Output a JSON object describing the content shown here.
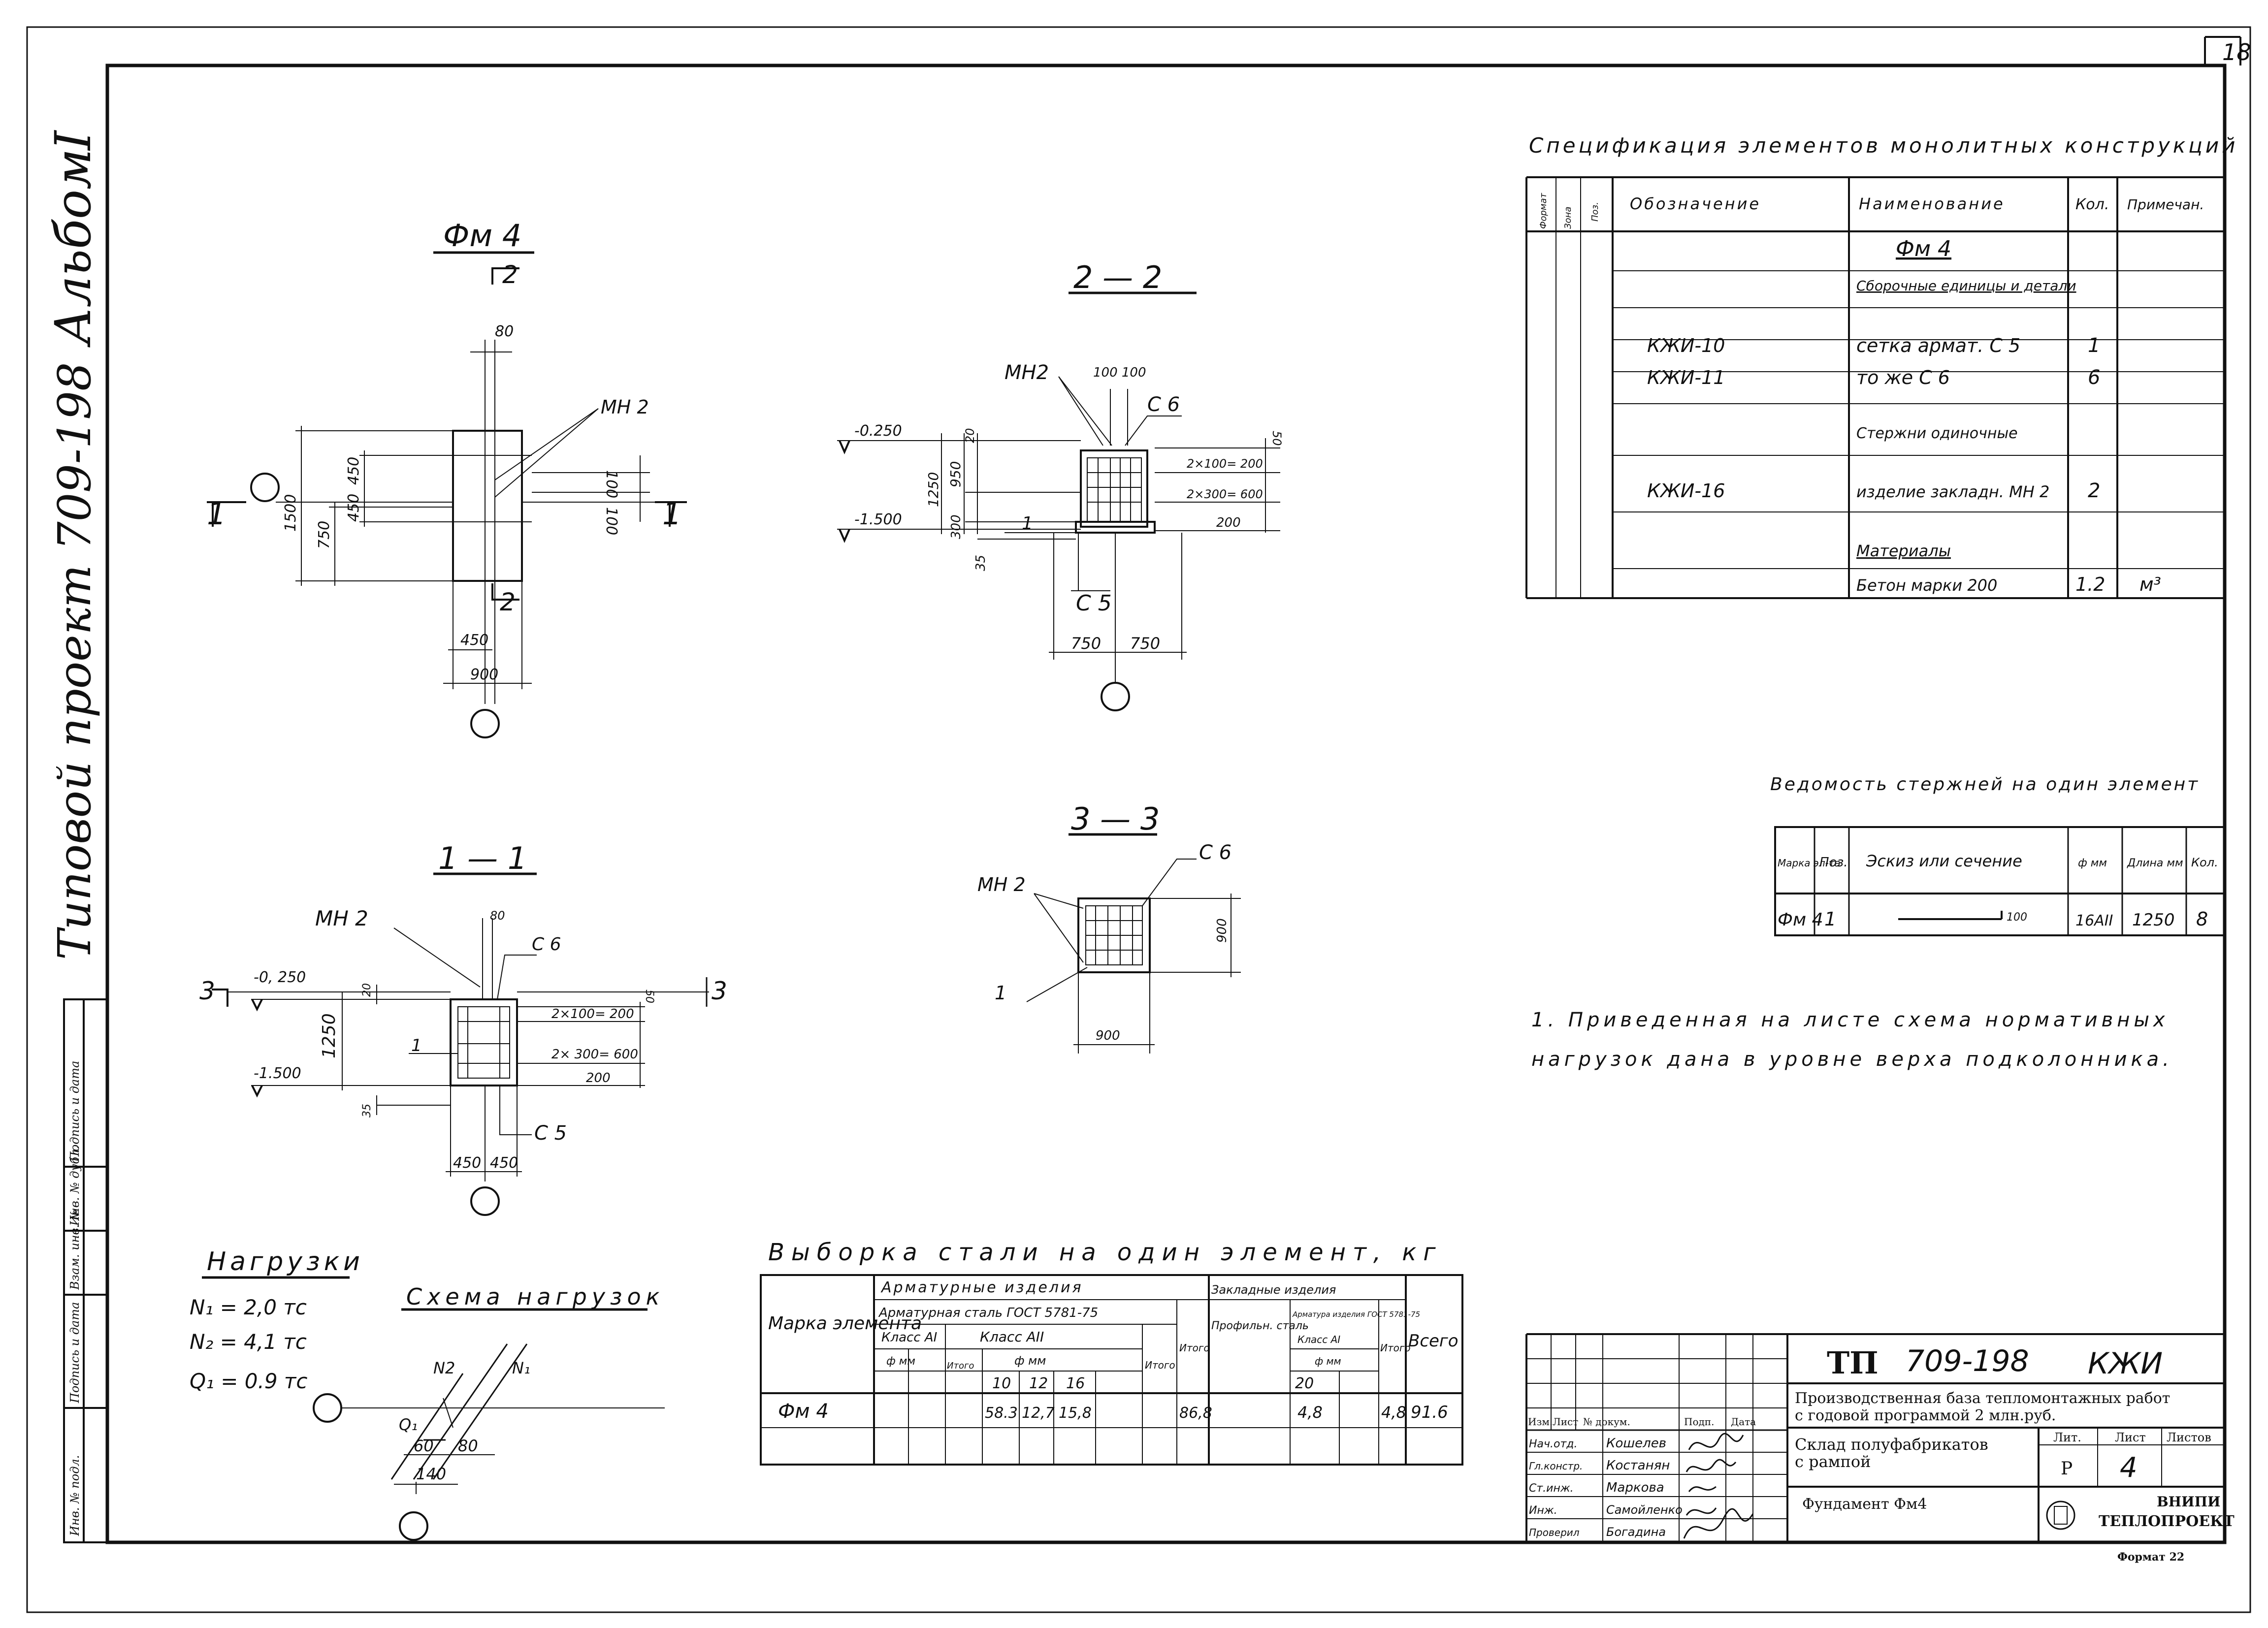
{
  "page_number": "18",
  "album": {
    "title": "Альбом",
    "number": "I",
    "project_line": "Типовой проект 709-198"
  },
  "side_table": {
    "labels": [
      "Инв. № подл.",
      "Подпись и дата",
      "Взам. инв. №",
      "Инв. № дубл.",
      "Подпись и дата"
    ]
  },
  "views": {
    "plan": {
      "title": "Фм 4",
      "section_2": "2",
      "section_1": "1",
      "dim_top": "80",
      "dim_height": "1500",
      "dim_half": "750",
      "dim_450_v": "450",
      "dim_100_a": "100",
      "dim_100_b": "100",
      "dim_450": "450",
      "dim_900": "900",
      "label_mn2": "МН 2"
    },
    "section_22": {
      "title": "2 — 2",
      "label_mn2": "МН2",
      "label_c6": "С 6",
      "label_c5": "С 5",
      "mark_1": "1",
      "dim_100_100": "100 100",
      "lvl_top": "-0.250",
      "lvl_bot": "-1.500",
      "dim_1250": "1250",
      "dim_950": "950",
      "dim_300": "300",
      "dim_35": "35",
      "dim_20": "20",
      "dim_50": "50",
      "dim_2x100": "2×100= 200",
      "dim_2x300": "2×300= 600",
      "dim_200": "200",
      "dim_750_l": "750",
      "dim_750_r": "750"
    },
    "section_33": {
      "title": "3 — 3",
      "label_mn2": "МН 2",
      "label_c6": "С 6",
      "mark_1": "1",
      "dim_900_v": "900",
      "dim_900_h": "900"
    },
    "section_11": {
      "title": "1 — 1",
      "section_mark": "3",
      "label_mn2": "МН 2",
      "label_c6": "С 6",
      "label_c5": "С 5",
      "mark_1": "1",
      "dim_80": "80",
      "lvl_top": "-0, 250",
      "lvl_bot": "-1.500",
      "dim_1250": "1250",
      "dim_20": "20",
      "dim_50": "50",
      "dim_35": "35",
      "dim_2x100": "2×100= 200",
      "dim_2x300": "2× 300= 600",
      "dim_200": "200",
      "dim_450_l": "450",
      "dim_450_r": "450"
    }
  },
  "loads": {
    "title": "Нагрузки",
    "n1": "N₁  =  2,0 тс",
    "n2": "N₂  =  4,1 тс",
    "q1": "Q₁ =  0.9 тс",
    "scheme_title": "Схема нагрузок",
    "lbl_n2": "N2",
    "lbl_n1": "N₁",
    "lbl_q1": "Q₁",
    "dim_60": "60",
    "dim_80": "80",
    "dim_140": "140"
  },
  "spec": {
    "title": "Спецификация элементов монолитных конструкций",
    "headers": [
      "Формат",
      "Зона",
      "Поз.",
      "Обозначение",
      "Наименование",
      "Кол.",
      "Примечан."
    ],
    "rows": [
      {
        "code": "",
        "name": "Фм 4",
        "qty": "",
        "note": ""
      },
      {
        "code": "",
        "name": "Сборочные единицы и детали",
        "qty": "",
        "note": ""
      },
      {
        "code": "КЖИ-10",
        "name": "сетка армат.  С 5",
        "qty": "1",
        "note": ""
      },
      {
        "code": "КЖИ-11",
        "name": "то же            С 6",
        "qty": "6",
        "note": ""
      },
      {
        "code": "",
        "name": "Стержни одиночные",
        "qty": "",
        "note": ""
      },
      {
        "code": "КЖИ-16",
        "name": "изделие закладн. МН 2",
        "qty": "2",
        "note": ""
      },
      {
        "code": "",
        "name": "Материалы",
        "qty": "",
        "note": ""
      },
      {
        "code": "",
        "name": "Бетон марки 200",
        "qty": "1.2",
        "note": "м³"
      }
    ]
  },
  "rods": {
    "title": "Ведомость стержней на один элемент",
    "headers": [
      "Марка эл-та",
      "Поз.",
      "Эскиз или сечение",
      "ф мм",
      "Длина мм",
      "Кол."
    ],
    "row": {
      "mark": "Фм 4",
      "pos": "1",
      "sketch": "100",
      "dia": "16АII",
      "len": "1250",
      "qty": "8"
    }
  },
  "note": {
    "line1": "1. Приведенная на листе схема нормативных",
    "line2": "нагрузок дана в уровне верха подколонника."
  },
  "steel": {
    "title": "Выборка стали на один элемент, кг",
    "h_mark": "Марка элемента",
    "h_rebar": "Арматурные изделия",
    "h_rebar_gost": "Арматурная сталь ГОСТ 5781-75",
    "h_class_ai": "Класс АI",
    "h_class_aii": "Класс АII",
    "h_dia_mm": "ф мм",
    "h_total": "Итого",
    "h_embed": "Закладные изделия",
    "h_profile": "Профильн. сталь",
    "h_embed_gost": "Арматура изделия ГОСТ 5781-75",
    "h_class_ai2": "Класс АI",
    "h_dia2": "ф мм",
    "h_all": "Всего",
    "diameters": [
      "10",
      "12",
      "16"
    ],
    "dia_embed": "20",
    "row": {
      "mark": "Фм 4",
      "v10": "58.3",
      "v12": "12,7",
      "v16": "15,8",
      "sum_rebar": "86,8",
      "v20": "4,8",
      "sum_embed": "4,8",
      "total": "91.6"
    }
  },
  "stamp": {
    "code_prefix": "ТП",
    "code": "709-198",
    "mark": "КЖИ",
    "project": "Производственная база тепломонтажных работ с годовой программой 2 млн.руб.",
    "title1": "Склад полуфабрикатов с рампой",
    "title2": "Фундамент Фм4",
    "h_izm": "Изм.",
    "h_list": "Лист",
    "h_doc": "№ докум.",
    "h_sign": "Подп.",
    "h_date": "Дата",
    "roles": [
      "Нач.отд.",
      "Гл.констр.",
      "Ст.инж.",
      "Инж.",
      "Проверил"
    ],
    "names": [
      "Кошелев",
      "Костанян",
      "Маркова",
      "Самойленко",
      "Богадина"
    ],
    "lit_h": "Лит.",
    "list_h": "Лист",
    "lists_h": "Листов",
    "lit": "Р",
    "list": "4",
    "org1": "ВНИПИ",
    "org2": "ТЕПЛОПРОЕКТ",
    "format": "Формат 22"
  }
}
